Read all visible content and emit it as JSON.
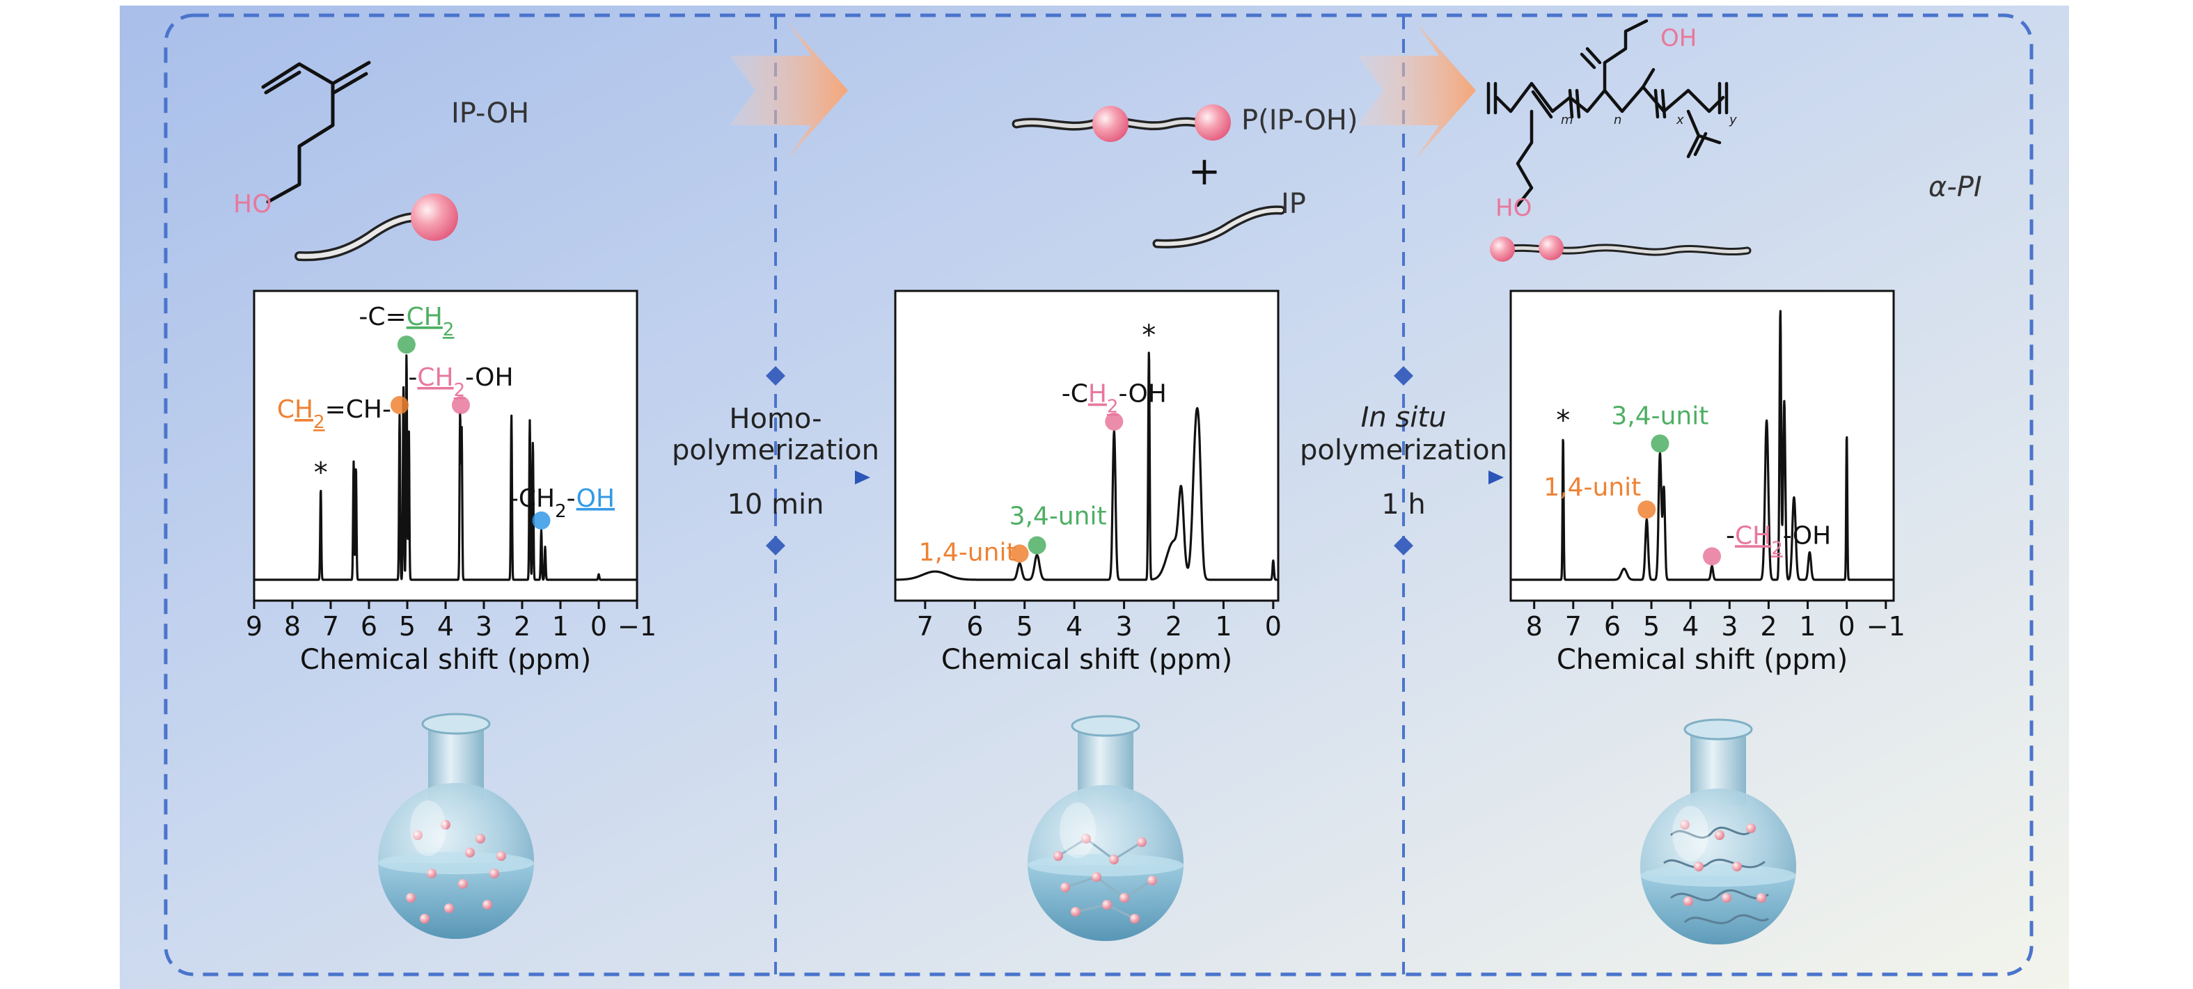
{
  "labels": {
    "monomer": "IP-OH",
    "ho": "HO",
    "polymer1": "P(IP-OH)",
    "plus": "+",
    "ip": "IP",
    "product": "α-PI",
    "oh": "OH",
    "sub_m": "m",
    "sub_n": "n",
    "sub_x": "x",
    "sub_y": "y"
  },
  "steps": [
    {
      "line1": "Homo-",
      "line2": "polymerization",
      "time": "10 min"
    },
    {
      "line1": "In situ",
      "line2": "polymerization",
      "time": "1 h"
    }
  ],
  "colors": {
    "orange": "#EE8233",
    "green": "#4DAF63",
    "pink": "#E8789C",
    "blue": "#3399E6",
    "frame": "#4A74CC",
    "diamond": "#3D63BF"
  },
  "chart_data": [
    {
      "type": "line",
      "xlabel": "Chemical shift (ppm)",
      "xlim": [
        9,
        -1
      ],
      "reversed": true,
      "xticks": [
        "9",
        "8",
        "7",
        "6",
        "5",
        "4",
        "3",
        "2",
        "1",
        "0",
        "−1"
      ],
      "peaks": [
        {
          "x": 7.26,
          "h": 0.33,
          "w": 0.02
        },
        {
          "x": 6.4,
          "h": 0.43,
          "w": 0.02
        },
        {
          "x": 6.34,
          "h": 0.41,
          "w": 0.02
        },
        {
          "x": 5.2,
          "h": 0.6,
          "w": 0.02
        },
        {
          "x": 5.1,
          "h": 0.7,
          "w": 0.02
        },
        {
          "x": 5.02,
          "h": 0.82,
          "w": 0.02
        },
        {
          "x": 4.96,
          "h": 0.55,
          "w": 0.02
        },
        {
          "x": 3.62,
          "h": 0.6,
          "w": 0.02
        },
        {
          "x": 3.58,
          "h": 0.55,
          "w": 0.02
        },
        {
          "x": 2.28,
          "h": 0.6,
          "w": 0.02
        },
        {
          "x": 1.8,
          "h": 0.58,
          "w": 0.02
        },
        {
          "x": 1.72,
          "h": 0.5,
          "w": 0.02
        },
        {
          "x": 1.5,
          "h": 0.18,
          "w": 0.02
        },
        {
          "x": 1.4,
          "h": 0.12,
          "w": 0.02
        },
        {
          "x": 0.0,
          "h": 0.02,
          "w": 0.02
        }
      ],
      "annotations": [
        {
          "text": "*",
          "x": 7.26,
          "h": 0.33
        },
        {
          "parts": [
            {
              "t": "C"
            },
            {
              "t": "H",
              "u": true,
              "c": "orange"
            },
            {
              "t": "2",
              "sub": true,
              "u": true,
              "c": "orange"
            },
            {
              "t": "=CH-"
            }
          ],
          "base": "orange",
          "x": 5.2,
          "h": 0.6
        },
        {
          "parts": [
            {
              "t": "-C="
            },
            {
              "t": "CH",
              "u": true,
              "c": "green"
            },
            {
              "t": "2",
              "sub": true,
              "u": true,
              "c": "green"
            }
          ],
          "x": 5.02,
          "h": 0.82
        },
        {
          "parts": [
            {
              "t": "-"
            },
            {
              "t": "CH",
              "u": true,
              "c": "pink"
            },
            {
              "t": "2",
              "sub": true,
              "u": true,
              "c": "pink"
            },
            {
              "t": "-OH"
            }
          ],
          "x": 3.6,
          "h": 0.6
        },
        {
          "parts": [
            {
              "t": "-CH"
            },
            {
              "t": "2",
              "sub": true
            },
            {
              "t": "-"
            },
            {
              "t": "OH",
              "u": true,
              "c": "blue"
            }
          ],
          "x": 1.5,
          "h": 0.18
        }
      ]
    },
    {
      "type": "line",
      "xlabel": "Chemical shift (ppm)",
      "xlim": [
        7.6,
        -0.1
      ],
      "reversed": true,
      "xticks": [
        "7",
        "6",
        "5",
        "4",
        "3",
        "2",
        "1",
        "0"
      ],
      "peaks": [
        {
          "x": 6.8,
          "h": 0.03,
          "w": 0.35
        },
        {
          "x": 5.1,
          "h": 0.06,
          "w": 0.06
        },
        {
          "x": 4.75,
          "h": 0.09,
          "w": 0.07
        },
        {
          "x": 3.2,
          "h": 0.54,
          "w": 0.04
        },
        {
          "x": 2.5,
          "h": 0.83,
          "w": 0.02
        },
        {
          "x": 2.0,
          "h": 0.14,
          "w": 0.2
        },
        {
          "x": 1.85,
          "h": 0.26,
          "w": 0.07
        },
        {
          "x": 1.55,
          "h": 0.55,
          "w": 0.09
        },
        {
          "x": 1.48,
          "h": 0.2,
          "w": 0.06
        },
        {
          "x": 0.0,
          "h": 0.07,
          "w": 0.02
        }
      ],
      "annotations": [
        {
          "text": "*",
          "x": 2.5,
          "h": 0.83
        },
        {
          "parts": [
            {
              "t": "-"
            },
            {
              "t": "C"
            },
            {
              "t": "H",
              "u": true,
              "c": "pink"
            },
            {
              "t": "2",
              "sub": true,
              "u": true,
              "c": "pink"
            },
            {
              "t": "-OH"
            }
          ],
          "x": 3.2,
          "h": 0.54
        },
        {
          "parts": [
            {
              "t": "1,4-unit",
              "c": "orange"
            }
          ],
          "x": 5.1,
          "h": 0.06
        },
        {
          "parts": [
            {
              "t": "3,4-unit",
              "c": "green"
            }
          ],
          "x": 4.75,
          "h": 0.09
        }
      ]
    },
    {
      "type": "line",
      "xlabel": "Chemical shift (ppm)",
      "xlim": [
        8.6,
        -1.2
      ],
      "reversed": true,
      "xticks": [
        "8",
        "7",
        "6",
        "5",
        "4",
        "3",
        "2",
        "1",
        "0",
        "−1"
      ],
      "peaks": [
        {
          "x": 7.26,
          "h": 0.52,
          "w": 0.02
        },
        {
          "x": 5.7,
          "h": 0.04,
          "w": 0.1
        },
        {
          "x": 5.12,
          "h": 0.22,
          "w": 0.05
        },
        {
          "x": 4.78,
          "h": 0.46,
          "w": 0.05
        },
        {
          "x": 4.68,
          "h": 0.33,
          "w": 0.04
        },
        {
          "x": 3.45,
          "h": 0.05,
          "w": 0.04
        },
        {
          "x": 2.05,
          "h": 0.58,
          "w": 0.06
        },
        {
          "x": 1.7,
          "h": 0.98,
          "w": 0.03
        },
        {
          "x": 1.6,
          "h": 0.65,
          "w": 0.04
        },
        {
          "x": 1.35,
          "h": 0.3,
          "w": 0.06
        },
        {
          "x": 0.95,
          "h": 0.1,
          "w": 0.05
        },
        {
          "x": 0.0,
          "h": 0.53,
          "w": 0.02
        }
      ],
      "annotations": [
        {
          "text": "*",
          "x": 7.26,
          "h": 0.52
        },
        {
          "parts": [
            {
              "t": "3,4-unit",
              "c": "green"
            }
          ],
          "x": 4.78,
          "h": 0.46
        },
        {
          "parts": [
            {
              "t": "1,4-unit",
              "c": "orange"
            }
          ],
          "x": 5.12,
          "h": 0.22
        },
        {
          "parts": [
            {
              "t": "-"
            },
            {
              "t": "CH",
              "u": true,
              "c": "pink"
            },
            {
              "t": "2",
              "sub": true,
              "u": true,
              "c": "pink"
            },
            {
              "t": "-OH"
            }
          ],
          "x": 3.45,
          "h": 0.05
        }
      ]
    }
  ]
}
